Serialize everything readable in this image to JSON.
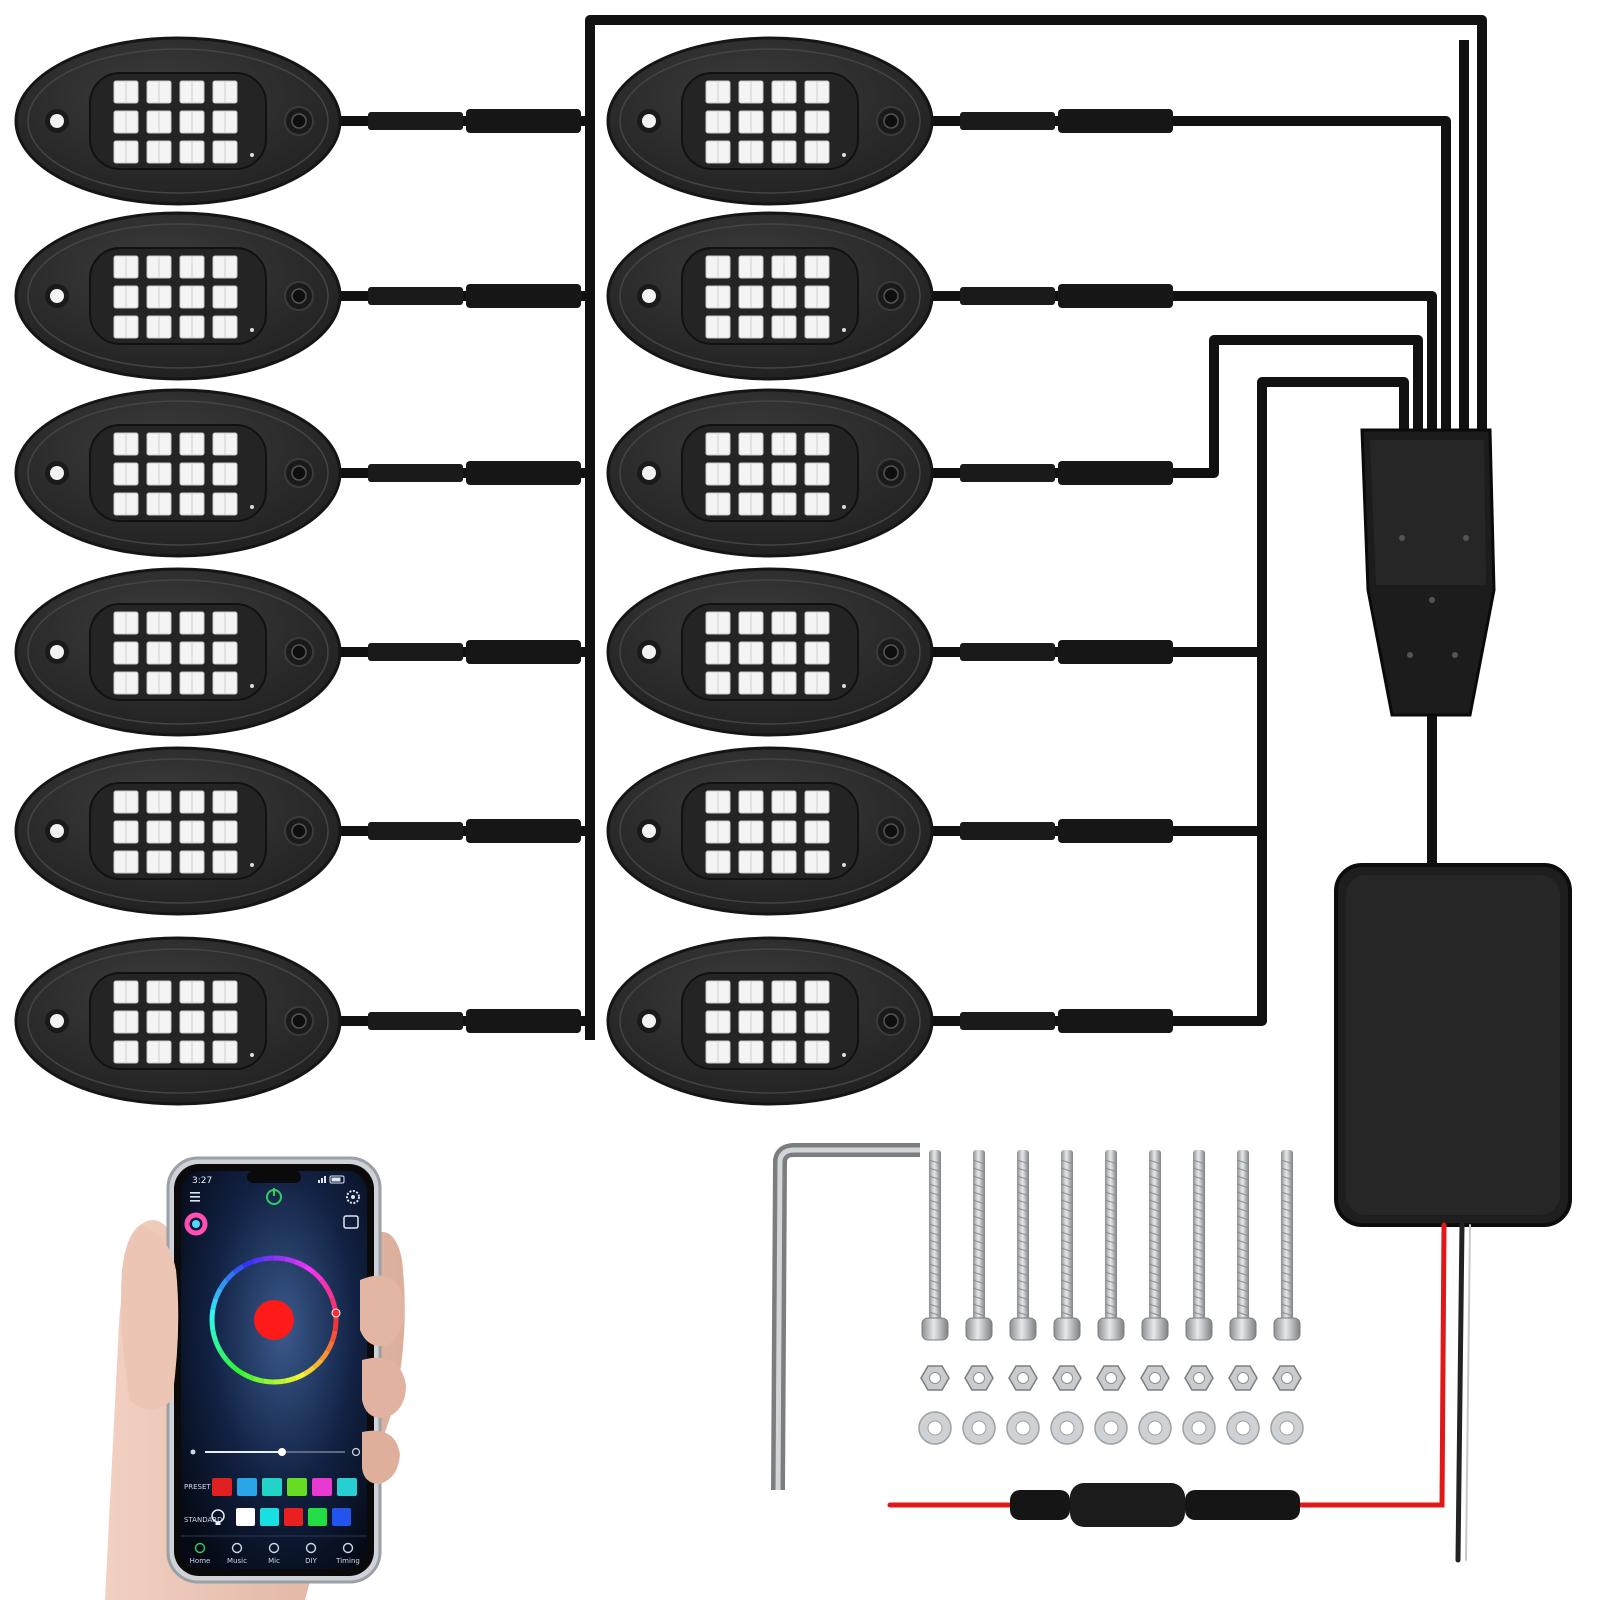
{
  "scene": {
    "subject": "rgb-rock-light-kit",
    "pod_count": 12,
    "screw_count": 9,
    "colors": {
      "background": "#ffffff",
      "pod_body": "#2b2b2b",
      "cable": "#111111",
      "hub": "#1d1d1d",
      "controller": "#1e1e1e",
      "led_chip": "#f4f4f4",
      "red_wire": "#e01818",
      "hardware": "#b9bcbf",
      "washer": "#cfd2d4"
    }
  },
  "phone": {
    "status_time": "3:27",
    "nav_labels": [
      "Home",
      "Music",
      "Mic",
      "DIY",
      "Timing"
    ],
    "section_labels": [
      "PRESET",
      "STANDARD"
    ],
    "selected_color": "#ff1a1a",
    "preset_swatches": [
      "#e02020",
      "#2aa6e8",
      "#22d4c8",
      "#66dd22",
      "#e83ad0",
      "#26d0d0"
    ],
    "standard_swatches": [
      "#ffffff",
      "#18e0e0",
      "#e82020",
      "#22dd44",
      "#2255ee"
    ],
    "brightness_level": 0.55
  }
}
